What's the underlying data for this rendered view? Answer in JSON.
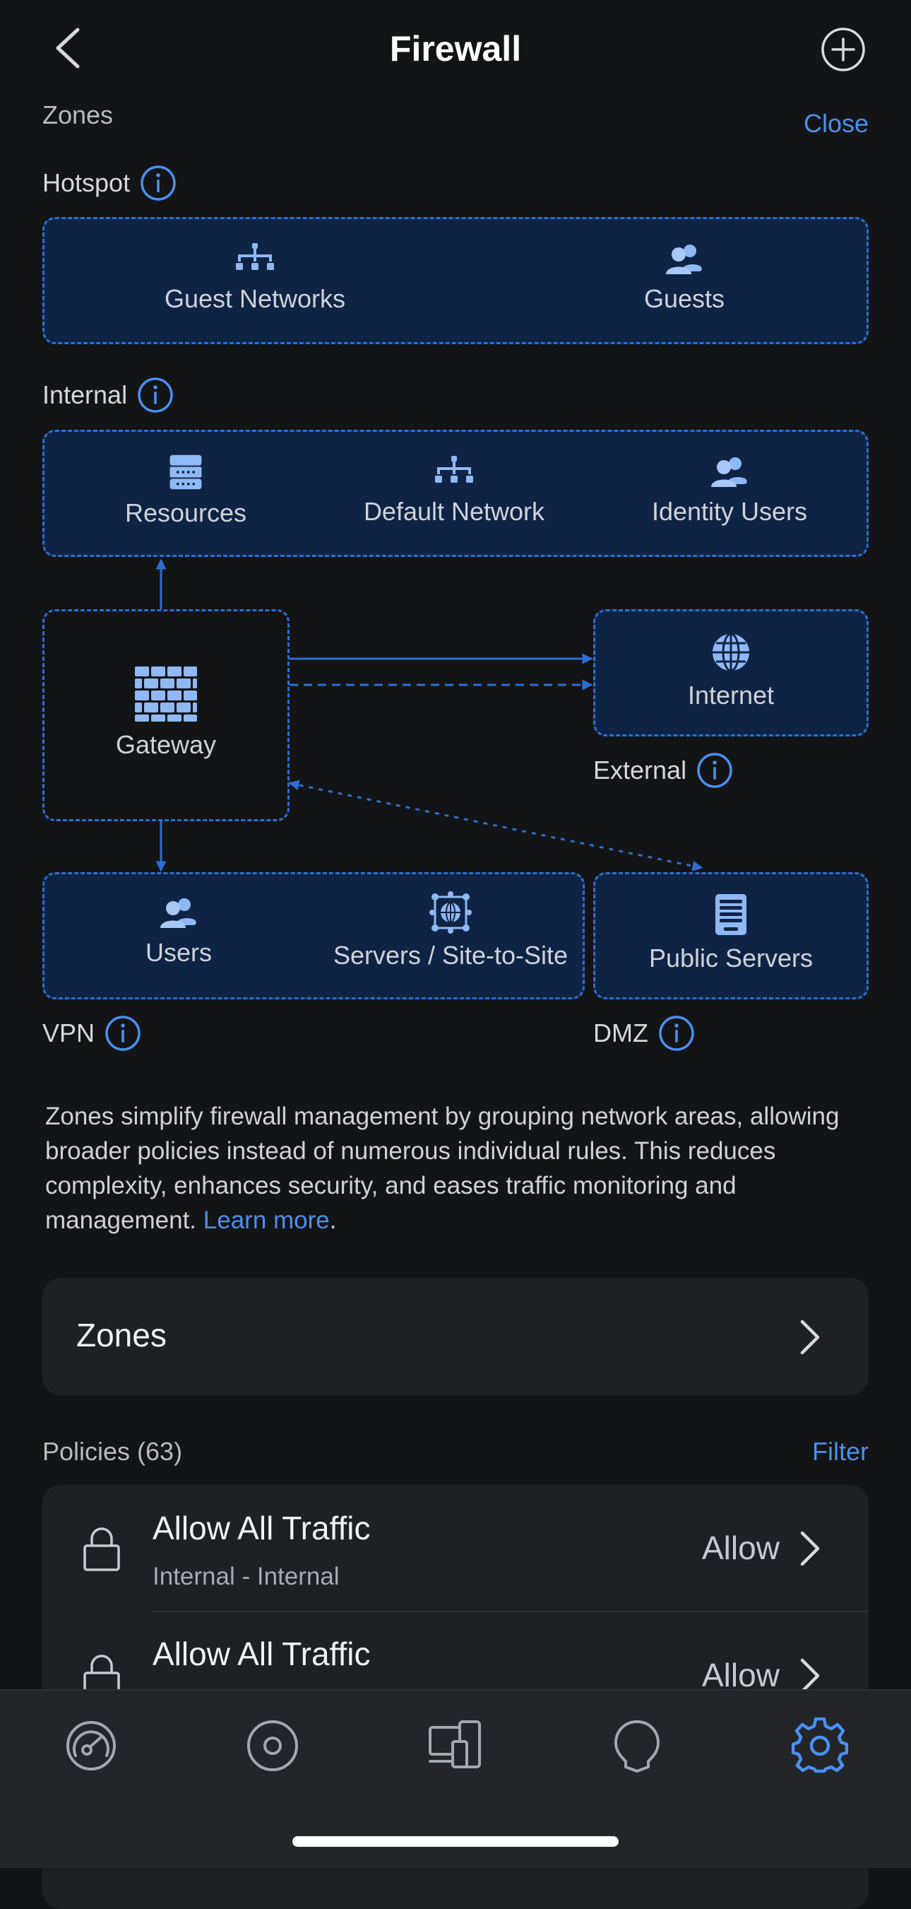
{
  "header": {
    "title": "Firewall",
    "back_icon": "chevron-left-icon",
    "add_icon": "plus-circle-icon"
  },
  "zones_section": {
    "label": "Zones",
    "close_label": "Close"
  },
  "diagram": {
    "hotspot": {
      "label": "Hotspot",
      "items": [
        {
          "label": "Guest Networks",
          "icon": "network-tree-icon"
        },
        {
          "label": "Guests",
          "icon": "users-icon"
        }
      ]
    },
    "internal": {
      "label": "Internal",
      "items": [
        {
          "label": "Resources",
          "icon": "server-stack-icon"
        },
        {
          "label": "Default Network",
          "icon": "network-tree-icon"
        },
        {
          "label": "Identity Users",
          "icon": "users-icon"
        }
      ]
    },
    "gateway": {
      "label": "Gateway",
      "icon": "brick-wall-icon"
    },
    "external": {
      "label": "External",
      "items": [
        {
          "label": "Internet",
          "icon": "globe-icon"
        }
      ]
    },
    "vpn": {
      "label": "VPN",
      "items": [
        {
          "label": "Users",
          "icon": "users-icon"
        },
        {
          "label": "Servers / Site-to-Site",
          "icon": "globe-network-icon"
        }
      ]
    },
    "dmz": {
      "label": "DMZ",
      "items": [
        {
          "label": "Public Servers",
          "icon": "server-icon"
        }
      ]
    }
  },
  "description": {
    "text": "Zones simplify firewall management by grouping network areas, allowing broader policies instead of numerous individual rules. This reduces complexity, enhances security, and eases traffic monitoring and management.",
    "link_label": "Learn more",
    "trailing": "."
  },
  "zones_card": {
    "label": "Zones"
  },
  "policies": {
    "label": "Policies (63)",
    "filter_label": "Filter",
    "rows": [
      {
        "title": "Allow All Traffic",
        "subtitle": "Internal - Internal",
        "action": "Allow",
        "icon": "lock-icon"
      },
      {
        "title": "Allow All Traffic",
        "subtitle": "",
        "action": "Allow",
        "icon": "lock-icon"
      }
    ]
  },
  "tabbar": {
    "tabs": [
      {
        "name": "dashboard-tab",
        "icon": "gauge-icon"
      },
      {
        "name": "topology-tab",
        "icon": "target-icon"
      },
      {
        "name": "devices-tab",
        "icon": "devices-icon"
      },
      {
        "name": "insights-tab",
        "icon": "lightbulb-icon"
      },
      {
        "name": "settings-tab",
        "icon": "gear-icon",
        "active": true
      }
    ]
  },
  "colors": {
    "accent": "#4a90f0",
    "zone_fill": "#0f2444",
    "zone_border": "#2f6ed0",
    "icon": "#8fb9f5",
    "background": "#131416",
    "card": "#1f2023"
  }
}
